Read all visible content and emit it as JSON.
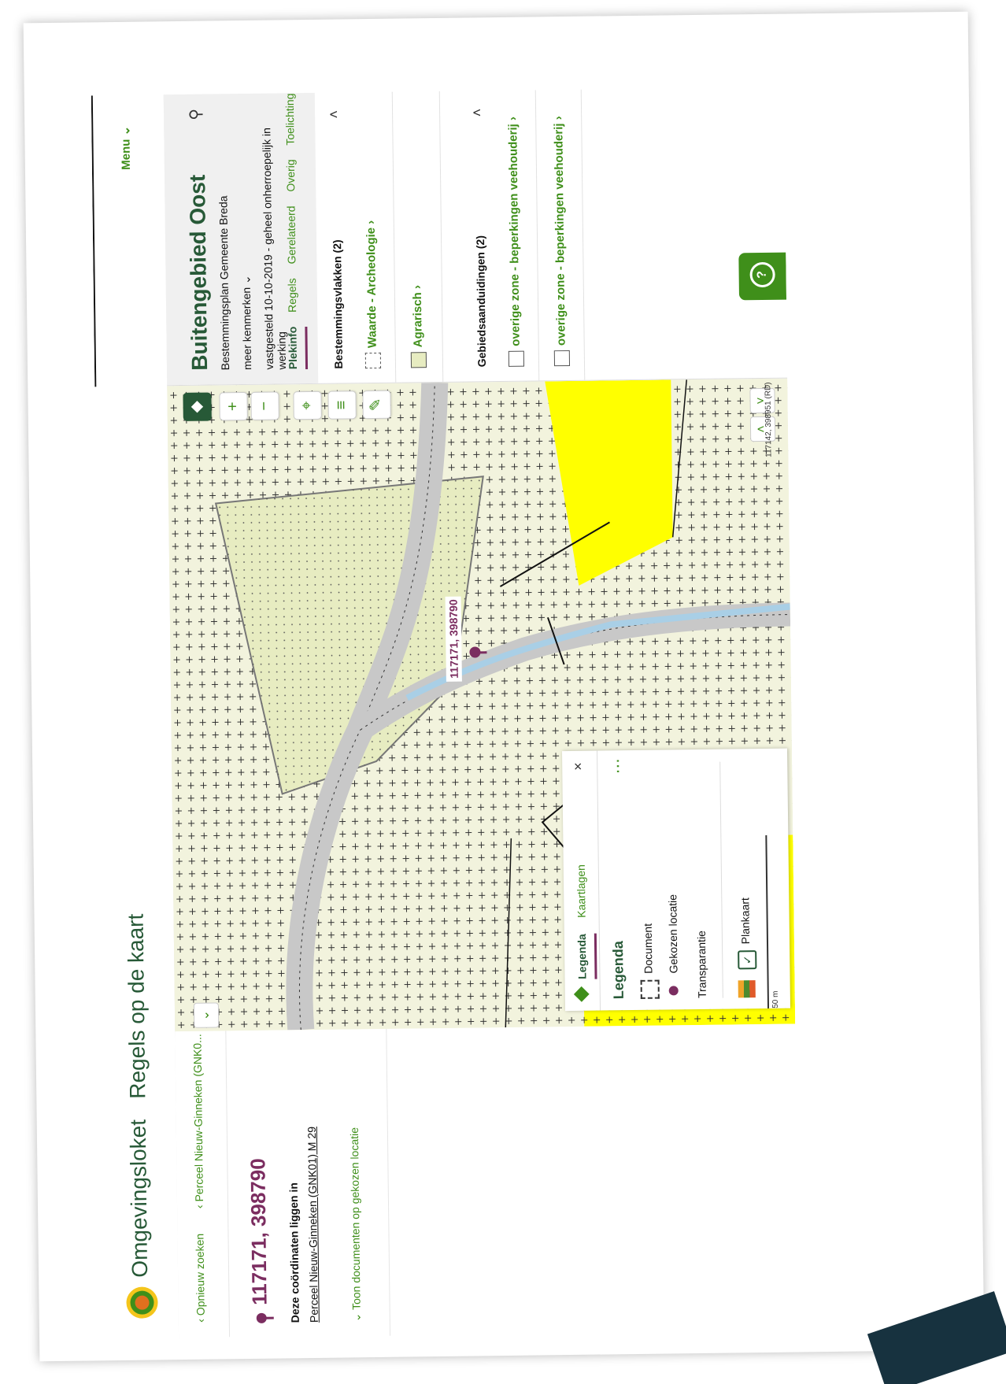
{
  "app": {
    "brand": "Omgevingsloket",
    "title": "Regels op de kaart",
    "menu_label": "Menu"
  },
  "breadcrumb": {
    "back": "Opnieuw zoeken",
    "parcel": "Perceel Nieuw-Ginneken (GNK0..."
  },
  "location": {
    "coordinates": "117171, 398790",
    "description": "Deze coördinaten liggen in",
    "parcel_link": "Perceel Nieuw-Ginneken (GNK01) M 29",
    "show_docs": "Toon documenten op gekozen locatie"
  },
  "map": {
    "pin_label": "117171, 398790",
    "coords_readout": "117142, 398951 (RD)",
    "scale_label": "50 m",
    "colors": {
      "agrarisch": "#f2f3dd",
      "plan": "#e7ecc1",
      "yellow": "#ffff00",
      "road": "#c8c8c8",
      "water": "#a9cfe6",
      "pin": "#7b2d60"
    }
  },
  "legend_panel": {
    "tab_legenda": "Legenda",
    "tab_kaartlagen": "Kaartlagen",
    "heading": "Legenda",
    "items": {
      "document": "Document",
      "gekozen_locatie": "Gekozen locatie",
      "transparantie": "Transparantie",
      "plankaart": "Plankaart"
    }
  },
  "plan": {
    "title": "Buitengebied Oost",
    "type": "Bestemmingsplan  Gemeente Breda",
    "meer": "meer kenmerken",
    "status": "vastgesteld 10-10-2019 - geheel onherroepelijk in werking",
    "tabs": [
      "Plekinfo",
      "Regels",
      "Gerelateerd",
      "Overig",
      "Toelichting"
    ],
    "active_tab": "Plekinfo"
  },
  "bestemmingsvlakken": {
    "heading": "Bestemmingsvlakken (2)",
    "items": [
      "Waarde - Archeologie",
      "Agrarisch"
    ]
  },
  "gebiedsaanduidingen": {
    "heading": "Gebiedsaanduidingen (2)",
    "items": [
      "overige zone - beperkingen veehouderij",
      "overige zone - beperkingen veehouderij"
    ]
  },
  "icons": [
    "logo-icon",
    "pin-icon",
    "layers-icon",
    "zoom-in-icon",
    "zoom-out-icon",
    "locate-icon",
    "measure-icon",
    "draw-icon",
    "help-icon",
    "chevron-up-icon",
    "chevron-down-icon",
    "close-icon",
    "more-icon",
    "person-map-icon"
  ]
}
